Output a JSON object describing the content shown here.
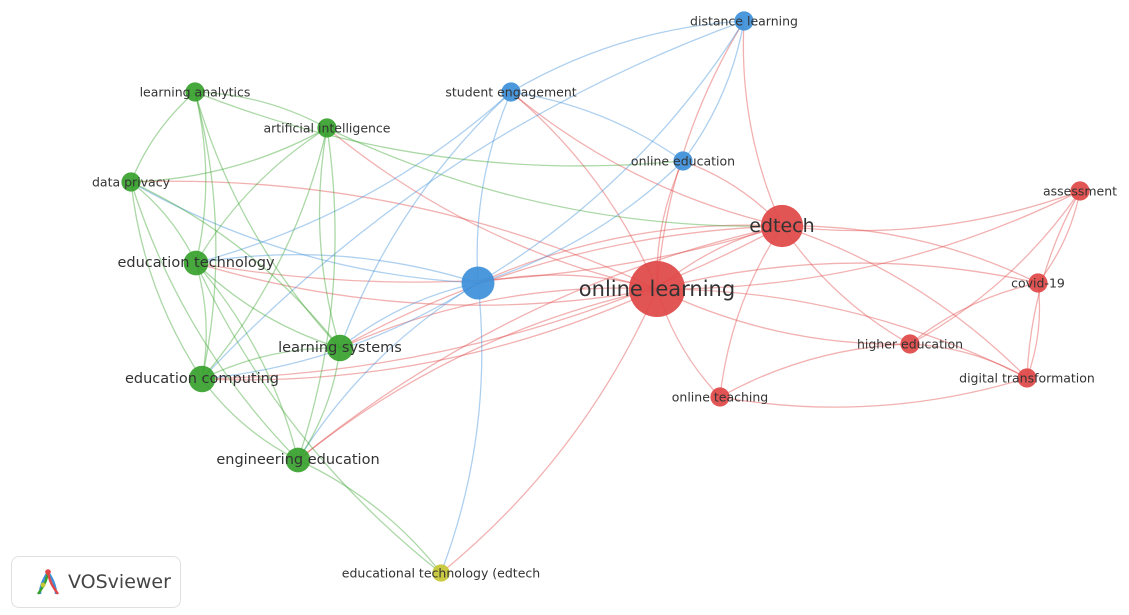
{
  "colors": {
    "red": "#e04646",
    "green": "#36a12c",
    "blue": "#3d8fd9",
    "yellow": "#c6c733"
  },
  "network": {
    "nodes": [
      {
        "id": "online_learning",
        "label": "online learning",
        "cluster": "red",
        "weight": 5
      },
      {
        "id": "edtech",
        "label": "edtech",
        "cluster": "red",
        "weight": 3.5
      },
      {
        "id": "assessment",
        "label": "assessment",
        "cluster": "red",
        "weight": 1
      },
      {
        "id": "covid19",
        "label": "covid-19",
        "cluster": "red",
        "weight": 1
      },
      {
        "id": "higher_education",
        "label": "higher education",
        "cluster": "red",
        "weight": 1
      },
      {
        "id": "digital_transformation",
        "label": "digital transformation",
        "cluster": "red",
        "weight": 1
      },
      {
        "id": "online_teaching",
        "label": "online teaching",
        "cluster": "red",
        "weight": 1
      },
      {
        "id": "distance_learning",
        "label": "distance learning",
        "cluster": "blue",
        "weight": 1
      },
      {
        "id": "student_engagement",
        "label": "student engagement",
        "cluster": "blue",
        "weight": 1
      },
      {
        "id": "online_education",
        "label": "online education",
        "cluster": "blue",
        "weight": 1
      },
      {
        "id": "blue_hub",
        "label": "",
        "cluster": "blue",
        "weight": 2.5
      },
      {
        "id": "learning_analytics",
        "label": "learning analytics",
        "cluster": "green",
        "weight": 1
      },
      {
        "id": "artificial_intelligence",
        "label": "artificial intelligence",
        "cluster": "green",
        "weight": 1
      },
      {
        "id": "data_privacy",
        "label": "data privacy",
        "cluster": "green",
        "weight": 1
      },
      {
        "id": "education_technology",
        "label": "education technology",
        "cluster": "green",
        "weight": 1.6
      },
      {
        "id": "learning_systems",
        "label": "learning systems",
        "cluster": "green",
        "weight": 1.8
      },
      {
        "id": "education_computing",
        "label": "education computing",
        "cluster": "green",
        "weight": 1.8
      },
      {
        "id": "engineering_education",
        "label": "engineering education",
        "cluster": "green",
        "weight": 1.6
      },
      {
        "id": "educational_technology_edtech",
        "label": "educational technology (edtech",
        "cluster": "yellow",
        "weight": 0.8
      }
    ],
    "links": [
      [
        "online_learning",
        "edtech"
      ],
      [
        "online_learning",
        "assessment"
      ],
      [
        "online_learning",
        "covid19"
      ],
      [
        "online_learning",
        "higher_education"
      ],
      [
        "online_learning",
        "digital_transformation"
      ],
      [
        "online_learning",
        "online_teaching"
      ],
      [
        "online_learning",
        "distance_learning"
      ],
      [
        "online_learning",
        "student_engagement"
      ],
      [
        "online_learning",
        "online_education"
      ],
      [
        "online_learning",
        "blue_hub"
      ],
      [
        "online_learning",
        "education_technology"
      ],
      [
        "online_learning",
        "learning_systems"
      ],
      [
        "online_learning",
        "education_computing"
      ],
      [
        "online_learning",
        "engineering_education"
      ],
      [
        "online_learning",
        "artificial_intelligence"
      ],
      [
        "online_learning",
        "data_privacy"
      ],
      [
        "online_learning",
        "educational_technology_edtech"
      ],
      [
        "edtech",
        "assessment"
      ],
      [
        "edtech",
        "covid19"
      ],
      [
        "edtech",
        "higher_education"
      ],
      [
        "edtech",
        "digital_transformation"
      ],
      [
        "edtech",
        "online_teaching"
      ],
      [
        "edtech",
        "distance_learning"
      ],
      [
        "edtech",
        "online_education"
      ],
      [
        "edtech",
        "student_engagement"
      ],
      [
        "edtech",
        "blue_hub"
      ],
      [
        "edtech",
        "education_technology"
      ],
      [
        "edtech",
        "learning_systems"
      ],
      [
        "edtech",
        "education_computing"
      ],
      [
        "edtech",
        "engineering_education"
      ],
      [
        "assessment",
        "covid19"
      ],
      [
        "assessment",
        "digital_transformation"
      ],
      [
        "assessment",
        "higher_education"
      ],
      [
        "covid19",
        "higher_education"
      ],
      [
        "covid19",
        "digital_transformation"
      ],
      [
        "higher_education",
        "online_teaching"
      ],
      [
        "higher_education",
        "digital_transformation"
      ],
      [
        "online_teaching",
        "digital_transformation"
      ],
      [
        "distance_learning",
        "online_education"
      ],
      [
        "distance_learning",
        "student_engagement"
      ],
      [
        "distance_learning",
        "blue_hub"
      ],
      [
        "distance_learning",
        "education_computing"
      ],
      [
        "student_engagement",
        "online_education"
      ],
      [
        "student_engagement",
        "blue_hub"
      ],
      [
        "student_engagement",
        "education_technology"
      ],
      [
        "student_engagement",
        "learning_systems"
      ],
      [
        "online_education",
        "blue_hub"
      ],
      [
        "blue_hub",
        "education_technology"
      ],
      [
        "blue_hub",
        "data_privacy"
      ],
      [
        "blue_hub",
        "learning_systems"
      ],
      [
        "blue_hub",
        "education_computing"
      ],
      [
        "blue_hub",
        "engineering_education"
      ],
      [
        "learning_analytics",
        "artificial_intelligence"
      ],
      [
        "learning_analytics",
        "data_privacy"
      ],
      [
        "learning_analytics",
        "education_technology"
      ],
      [
        "learning_analytics",
        "learning_systems"
      ],
      [
        "learning_analytics",
        "education_computing"
      ],
      [
        "learning_analytics",
        "online_education"
      ],
      [
        "artificial_intelligence",
        "data_privacy"
      ],
      [
        "artificial_intelligence",
        "education_technology"
      ],
      [
        "artificial_intelligence",
        "education_computing"
      ],
      [
        "artificial_intelligence",
        "learning_systems"
      ],
      [
        "artificial_intelligence",
        "engineering_education"
      ],
      [
        "artificial_intelligence",
        "edtech"
      ],
      [
        "data_privacy",
        "education_technology"
      ],
      [
        "data_privacy",
        "education_computing"
      ],
      [
        "data_privacy",
        "learning_systems"
      ],
      [
        "data_privacy",
        "engineering_education"
      ],
      [
        "education_technology",
        "education_computing"
      ],
      [
        "education_technology",
        "learning_systems"
      ],
      [
        "education_technology",
        "engineering_education"
      ],
      [
        "learning_systems",
        "education_computing"
      ],
      [
        "learning_systems",
        "engineering_education"
      ],
      [
        "education_computing",
        "engineering_education"
      ],
      [
        "engineering_education",
        "educational_technology_edtech"
      ],
      [
        "education_technology",
        "educational_technology_edtech"
      ],
      [
        "blue_hub",
        "educational_technology_edtech"
      ]
    ]
  },
  "badge": {
    "text": "VOSviewer",
    "logo_icon": "vosviewer-logo-icon"
  }
}
